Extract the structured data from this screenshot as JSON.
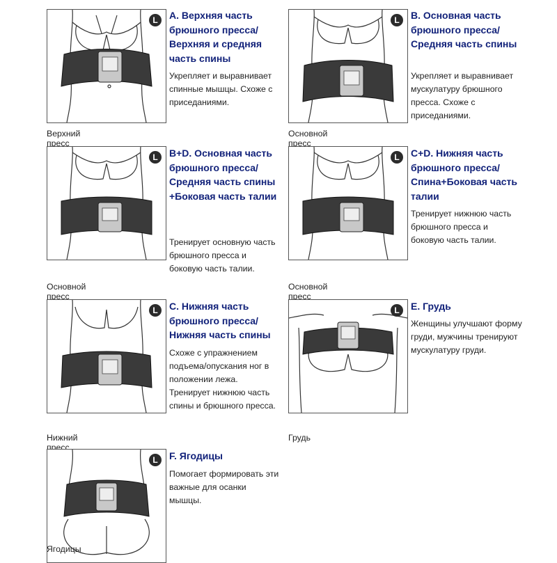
{
  "badge": "L",
  "items": [
    {
      "title": "A. Верхняя часть брюшного пресса/ Верхняя и средняя часть спины",
      "description": "Укрепляет и выравнивает спинные мышцы. Схоже с приседаниями.",
      "caption": "Верхний пресс",
      "figure": "upper-abs-belt"
    },
    {
      "title": "B. Основная часть брюшного пресса/ Средняя часть спины",
      "description": "Укрепляет и выравнивает мускулатуру брюшного пресса. Схоже с приседаниями.",
      "caption": "Основной пресс",
      "figure": "main-abs-belt"
    },
    {
      "title": "B+D. Основная часть брюшного пресса/Средняя часть спины +Боковая часть талии",
      "description": "Тренирует основную часть брюшного пресса и боковую часть талии.",
      "caption": "Основной пресс",
      "figure": "main-abs-waist-belt"
    },
    {
      "title": "C+D. Нижняя часть брюшного пресса/ Спина+Боковая часть талии",
      "description": "Тренирует нижнюю часть брюшного пресса и боковую часть талии.",
      "caption": "Основной пресс",
      "figure": "lower-abs-waist-belt"
    },
    {
      "title": "C. Нижняя часть брюшного пресса/ Нижняя часть спины",
      "description": "Схоже с упражнением подъема/опускания ног в положении лежа. Тренирует нижнюю часть спины и брюшного пресса.",
      "caption": "Нижний пресс",
      "figure": "lower-abs-belt"
    },
    {
      "title": "E. Грудь",
      "description": "Женщины улучшают форму груди, мужчины тренируют мускулатуру груди.",
      "caption": "Грудь",
      "figure": "chest-belt"
    },
    {
      "title": "F. Ягодицы",
      "description": "Помогает формировать эти важные для осанки мышцы.",
      "caption": "Ягодицы",
      "figure": "buttocks-belt"
    }
  ]
}
